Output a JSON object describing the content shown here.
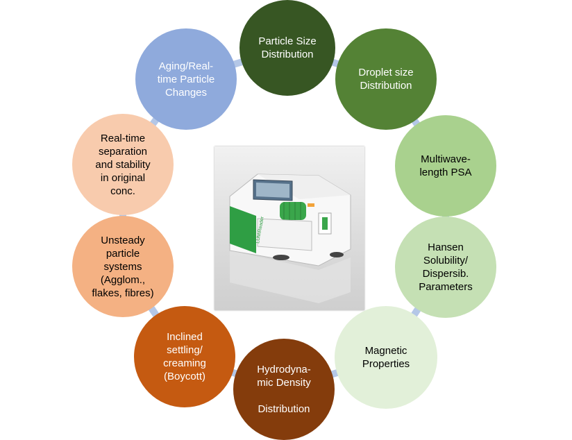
{
  "diagram": {
    "nodes": [
      {
        "id": "particle-size",
        "label": "Particle Size\nDistribution",
        "fill": "#375623",
        "text_color": "#ffffff"
      },
      {
        "id": "droplet-size",
        "label": "Droplet size\nDistribution",
        "fill": "#548235",
        "text_color": "#ffffff"
      },
      {
        "id": "multiwave",
        "label": "Multiwave-\nlength PSA",
        "fill": "#a9d18e",
        "text_color": "#000000"
      },
      {
        "id": "hansen",
        "label": "Hansen\nSolubility/\nDispersib.\nParameters",
        "fill": "#c5e0b4",
        "text_color": "#000000"
      },
      {
        "id": "magnetic",
        "label": "Magnetic\nProperties",
        "fill": "#e2f0d9",
        "text_color": "#000000"
      },
      {
        "id": "hydrodynamic",
        "label": "Hydrodyna-\nmic Density\n\nDistribution",
        "fill": "#843c0c",
        "text_color": "#ffffff"
      },
      {
        "id": "inclined",
        "label": "Inclined\nsettling/\ncreaming\n(Boycott)",
        "fill": "#c55a11",
        "text_color": "#ffffff"
      },
      {
        "id": "unsteady",
        "label": "Unsteady\nparticle\nsystems\n(Agglom.,\nflakes, fibres)",
        "fill": "#f4b183",
        "text_color": "#000000"
      },
      {
        "id": "realtime",
        "label": "Real-time\nseparation\nand stability\nin original\nconc.",
        "fill": "#f8cbad",
        "text_color": "#000000"
      },
      {
        "id": "aging",
        "label": "Aging/Real-\ntime Particle\nChanges",
        "fill": "#8faadc",
        "text_color": "#ffffff"
      }
    ],
    "connector_color": "#b4c7e7",
    "center_image": {
      "description": "LUMiReader",
      "device_label": "LUMiReader"
    }
  }
}
